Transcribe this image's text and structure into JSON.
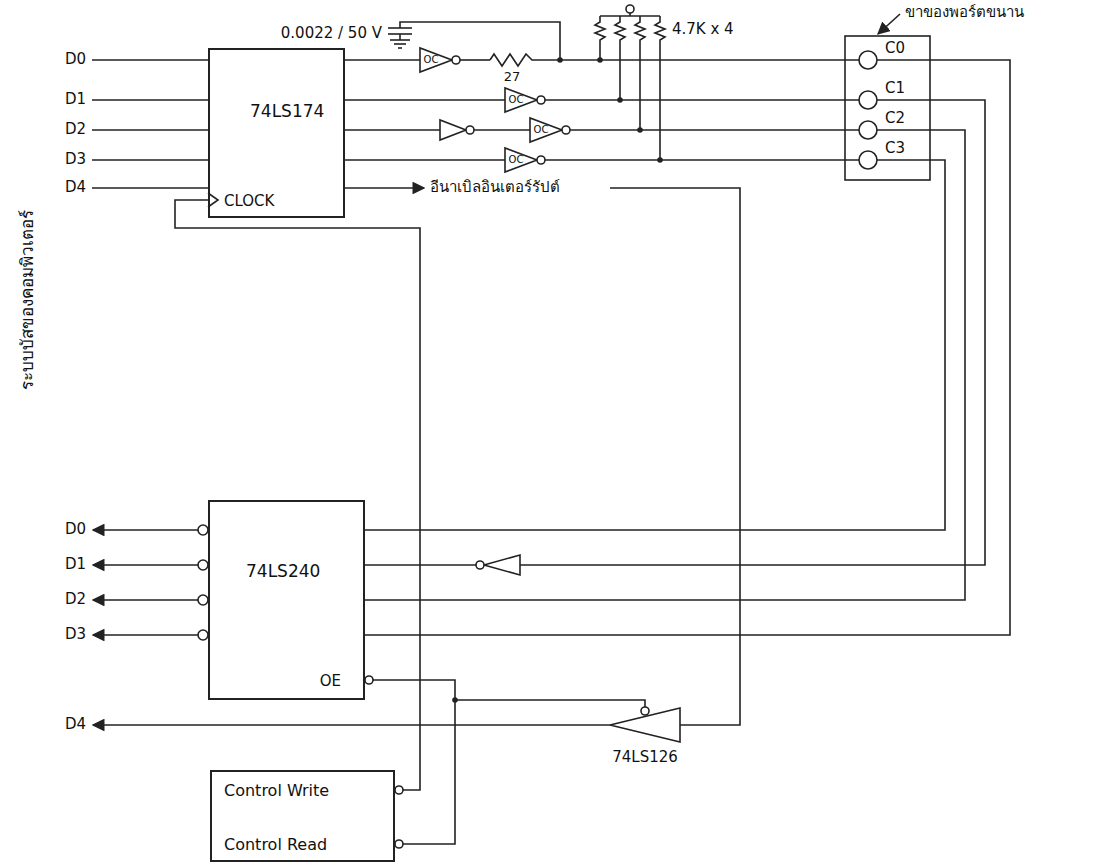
{
  "diagram": {
    "nodes": [
      {
        "text": [
          "74LS174",
          "CLOCK"
        ]
      },
      {
        "text": [
          "74LS240",
          "OE"
        ]
      },
      {
        "text": [
          "Control Write",
          "Control Read"
        ]
      }
    ],
    "edges": [
      {
        "from": 2,
        "to": 0,
        "arrow": "none"
      },
      {
        "from": 2,
        "to": 1,
        "arrow": "none"
      }
    ],
    "labels": [
      "ระบบบัสของคอมพิวเตอร์",
      "0.0022 / 50 V",
      "4.7K x 4",
      "ขาของพอร์ตขนาน",
      "C0",
      "C1",
      "C2",
      "C3",
      "D0",
      "D1",
      "D2",
      "D3",
      "D4",
      "OC",
      "OC",
      "OC",
      "OC",
      "27",
      "อีนาเบิลอินเตอร์รัปต์",
      "D0",
      "D1",
      "D2",
      "D3",
      "D4",
      "74LS126"
    ]
  }
}
